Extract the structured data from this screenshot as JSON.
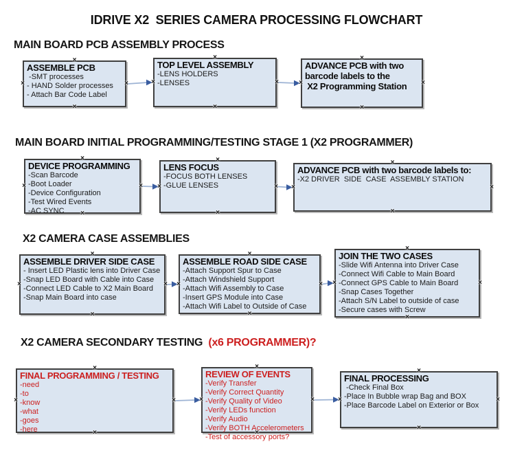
{
  "title": "IDRIVE X2  SERIES CAMERA PROCESSING FLOWCHART",
  "handle_glyph": "×",
  "colors": {
    "box_fill": "#dbe5f1",
    "box_border": "#3f3f3f",
    "connector_line": "#9db3d4",
    "arrow_head": "#3a5da0",
    "red_accent": "#cc1f1f"
  },
  "sections": [
    {
      "id": "s1",
      "header": [
        {
          "text": "MAIN BOARD PCB ASSEMBLY PROCESS",
          "red": false
        }
      ],
      "boxes": [
        {
          "id": "r1b1",
          "title": "ASSEMBLE PCB",
          "lines": [
            " -SMT processes",
            "- HAND Solder processes",
            "- Attach Bar Code Label"
          ]
        },
        {
          "id": "r1b2",
          "title": "TOP LEVEL ASSEMBLY",
          "lines": [
            "-LENS HOLDERS",
            "-LENSES"
          ]
        },
        {
          "id": "r1b3",
          "title": "ADVANCE PCB with two\nbarcode labels to the\n X2 Programming Station",
          "lines": []
        }
      ]
    },
    {
      "id": "s2",
      "header": [
        {
          "text": "MAIN BOARD INITIAL PROGRAMMING/TESTING STAGE 1 (X2 PROGRAMMER)",
          "red": false
        }
      ],
      "boxes": [
        {
          "id": "r2b1",
          "title": "DEVICE PROGRAMMING",
          "lines": [
            "-Scan Barcode",
            "-Boot Loader",
            "-Device Configuration",
            "-Test Wired Events",
            "-AC SYNC"
          ]
        },
        {
          "id": "r2b2",
          "title": "LENS FOCUS",
          "lines": [
            "-FOCUS BOTH LENSES",
            "-GLUE LENSES"
          ]
        },
        {
          "id": "r2b3",
          "title": "ADVANCE PCB with two barcode labels to:",
          "lines": [
            "-X2 DRIVER  SIDE  CASE  ASSEMBLY STATION"
          ]
        }
      ]
    },
    {
      "id": "s3",
      "header": [
        {
          "text": "X2 CAMERA CASE ASSEMBLIES",
          "red": false
        }
      ],
      "boxes": [
        {
          "id": "r3b1",
          "title": "ASSEMBLE DRIVER SIDE CASE",
          "lines": [
            "- Insert LED Plastic lens into Driver Case",
            "-Snap LED Board with Cable into Case",
            "-Connect LED Cable to X2 Main Board",
            "-Snap Main Board into case"
          ]
        },
        {
          "id": "r3b2",
          "title": "ASSEMBLE ROAD SIDE CASE",
          "lines": [
            "-Attach Support Spur to Case",
            "-Attach Windshield Support",
            "-Attach Wifi Assembly to Case",
            "-Insert GPS Module into Case",
            "-Attach Wifi Label to Outside of Case"
          ]
        },
        {
          "id": "r3b3",
          "title": "JOIN THE TWO CASES",
          "lines": [
            "-Slide Wifi Antenna into Driver Case",
            "-Connect Wifi Cable to Main Board",
            "-Connect GPS Cable to Main Board",
            "-Snap Cases Together",
            "-Attach S/N Label to outside of case",
            "-Secure cases with Screw"
          ]
        }
      ]
    },
    {
      "id": "s4",
      "header": [
        {
          "text": "X2 CAMERA SECONDARY TESTING  ",
          "red": false
        },
        {
          "text": "(x6 PROGRAMMER)?",
          "red": true
        }
      ],
      "boxes": [
        {
          "id": "r4b1",
          "title": "FINAL PROGRAMMING / TESTING",
          "title_red": true,
          "body_red": true,
          "lines": [
            "-need",
            "-to",
            "-know",
            "-what",
            "-goes",
            "-here"
          ]
        },
        {
          "id": "r4b2",
          "title": "REVIEW OF EVENTS",
          "title_red": true,
          "body_red": true,
          "lines": [
            "-Verify Transfer",
            "-Verify Correct Quantity",
            "-Verify Quality of Video",
            "-Verify LEDs function",
            "-Verify Audio",
            "-Verify BOTH Accelerometers",
            "-Test of accessory ports?"
          ]
        },
        {
          "id": "r4b3",
          "title": "FINAL PROCESSING",
          "lines": [
            " -Check Final Box",
            "-Place In Bubble wrap Bag and BOX",
            "-Place Barcode Label on Exterior or Box"
          ]
        }
      ]
    }
  ]
}
